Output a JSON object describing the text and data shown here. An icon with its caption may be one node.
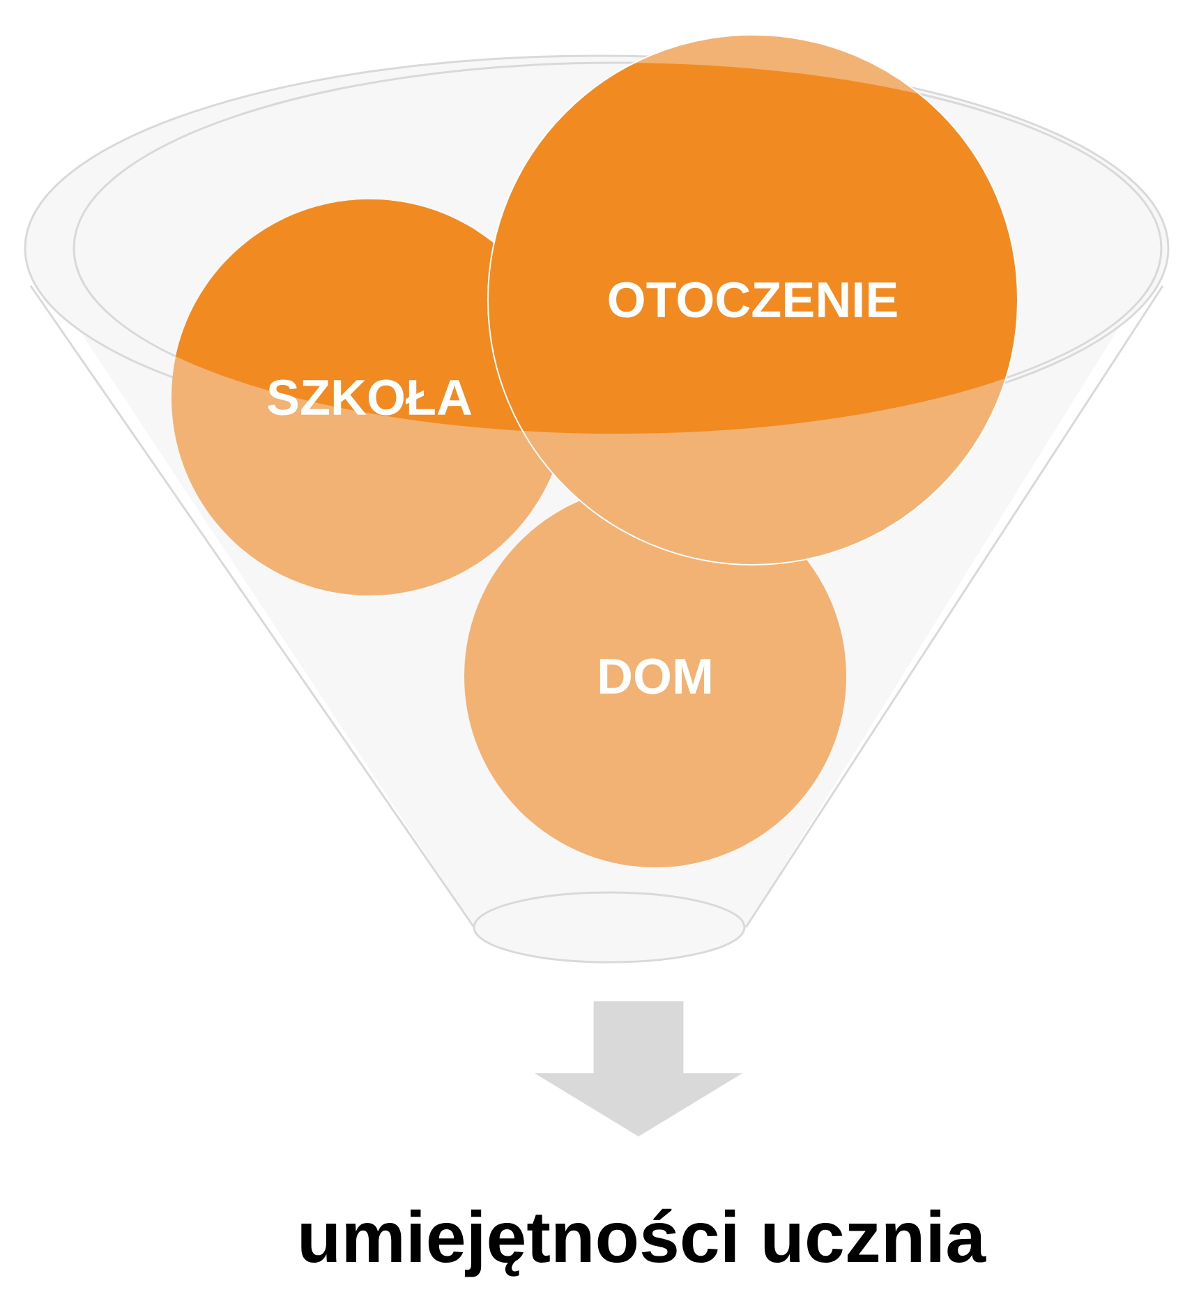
{
  "diagram": {
    "nodes": [
      {
        "text": [],
        "shape": "funnel"
      },
      {
        "text": [
          "OTOCZENIE"
        ]
      },
      {
        "text": [
          "SZKOŁA"
        ],
        "in": 0
      },
      {
        "text": [
          "DOM"
        ],
        "in": 0
      },
      {
        "text": [
          "umiejętności ucznia"
        ]
      }
    ],
    "edges": [
      {
        "from": 0,
        "to": 4,
        "arrow": "to"
      }
    ]
  }
}
